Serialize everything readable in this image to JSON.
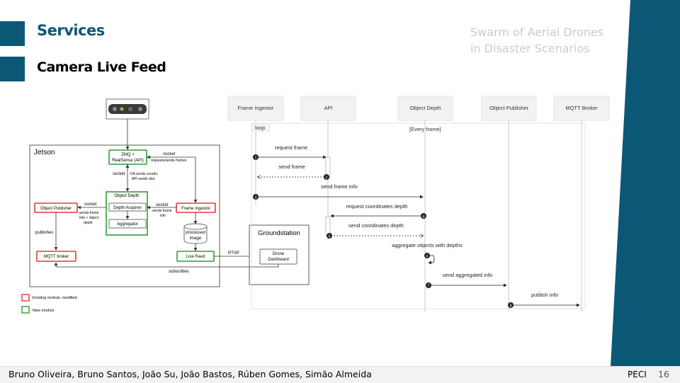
{
  "slide": {
    "title": "Services",
    "subtitle": "Camera Live Feed",
    "watermark_line1": "Swarm of Aerial Drones",
    "watermark_line2": "in Disaster Scenarios",
    "footer_names": "Bruno Oliveira, Bruno Santos, João Su, João Bastos, Rúben Gomes, Simão Almeida",
    "footer_org": "PECI",
    "page_number": "16",
    "colors": {
      "accent": "#0b5876",
      "modified": "#e53935",
      "new": "#2e9e3a"
    }
  },
  "arch": {
    "jetson": "Jetson",
    "zmq_line1": "ZMQ +",
    "zmq_line2": "RealSense (API)",
    "socket_top": "socket",
    "socket_top_note": "requests/sends frames",
    "socket_left": "socket",
    "da_note1": "DA sends coords,",
    "da_note2": "API sends dist.",
    "object_depth": "Object Depth",
    "depth_acquirer": "Depth Acquirer",
    "aggregator": "Aggregator",
    "frame_ingestor": "Frame Ingestor",
    "socket_mid": "socket",
    "socket_mid_note1": "sends frame",
    "socket_mid_note2": "info",
    "object_publisher": "Object Publisher",
    "socket_pub": "socket",
    "pub_note1": "sends frame",
    "pub_note2": "info + object",
    "pub_note3": "depth",
    "processed1": "processed",
    "processed2": "image",
    "publishes": "publishes",
    "mqtt_broker": "MQTT broker",
    "live_feed": "Live Feed",
    "rtsp": "RTSP",
    "groundstation": "Groundstation",
    "drone1": "Drone",
    "drone2": "Dashboard",
    "subscribes": "subscribes",
    "legend_modified": "Existing module, modified",
    "legend_new": "New module"
  },
  "seq": {
    "participants": [
      "Frame Ingestor",
      "API",
      "Object Depth",
      "Object Publisher",
      "MQTT Broker"
    ],
    "loop_label": "loop",
    "loop_condition": "[Every frame]",
    "messages": [
      {
        "n": "1",
        "label": "request frame"
      },
      {
        "n": "2",
        "label": "send frame"
      },
      {
        "n": "3",
        "label": "send frame info"
      },
      {
        "n": "4",
        "label": "request coordinates depth"
      },
      {
        "n": "5",
        "label": "send coordinates depth"
      },
      {
        "n": "6",
        "label": "aggregate objects with depths"
      },
      {
        "n": "7",
        "label": "send aggregated info"
      },
      {
        "n": "8",
        "label": "publish info"
      }
    ]
  }
}
